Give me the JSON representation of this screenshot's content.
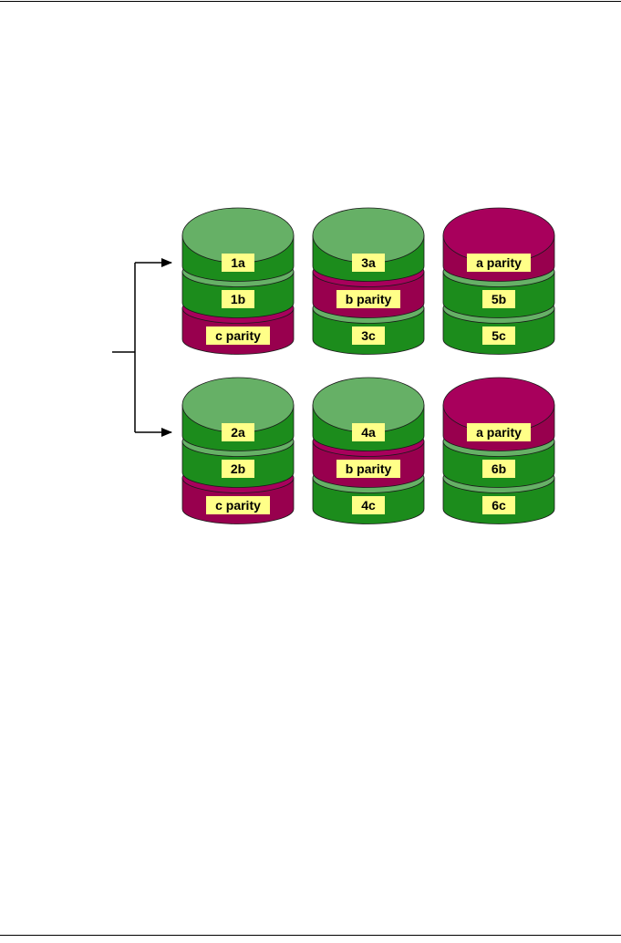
{
  "colors": {
    "data_side": "#1c8c1c",
    "data_top": "#66b066",
    "parity_side": "#98004e",
    "parity_top": "#a8005c",
    "label_bg": "#ffff88",
    "line": "#000000"
  },
  "arrays": [
    {
      "disks": [
        {
          "blocks": [
            {
              "label": "1a",
              "kind": "data"
            },
            {
              "label": "1b",
              "kind": "data"
            },
            {
              "label": "c parity",
              "kind": "parity"
            }
          ]
        },
        {
          "blocks": [
            {
              "label": "3a",
              "kind": "data"
            },
            {
              "label": "b parity",
              "kind": "parity"
            },
            {
              "label": "3c",
              "kind": "data"
            }
          ]
        },
        {
          "blocks": [
            {
              "label": "a parity",
              "kind": "parity"
            },
            {
              "label": "5b",
              "kind": "data"
            },
            {
              "label": "5c",
              "kind": "data"
            }
          ]
        }
      ]
    },
    {
      "disks": [
        {
          "blocks": [
            {
              "label": "2a",
              "kind": "data"
            },
            {
              "label": "2b",
              "kind": "data"
            },
            {
              "label": "c parity",
              "kind": "parity"
            }
          ]
        },
        {
          "blocks": [
            {
              "label": "4a",
              "kind": "data"
            },
            {
              "label": "b parity",
              "kind": "parity"
            },
            {
              "label": "4c",
              "kind": "data"
            }
          ]
        },
        {
          "blocks": [
            {
              "label": "a parity",
              "kind": "parity"
            },
            {
              "label": "6b",
              "kind": "data"
            },
            {
              "label": "6c",
              "kind": "data"
            }
          ]
        }
      ]
    }
  ]
}
